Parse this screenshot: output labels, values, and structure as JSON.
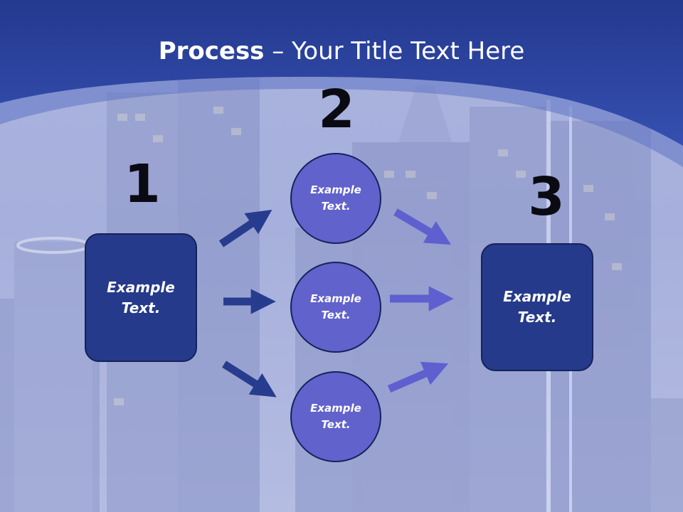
{
  "title": {
    "bold": "Process",
    "rest": " – Your Title Text Here"
  },
  "steps": [
    {
      "number": "1",
      "box_text": [
        "Example",
        "Text."
      ]
    },
    {
      "number": "2",
      "circles": [
        [
          "Example",
          "Text."
        ],
        [
          "Example",
          "Text."
        ],
        [
          "Example",
          "Text."
        ]
      ]
    },
    {
      "number": "3",
      "box_text": [
        "Example",
        "Text."
      ]
    }
  ],
  "colors": {
    "header": "#2a45a4",
    "box": "#253a8a",
    "circle": "#6262cc",
    "arrow_dark": "#273c8e",
    "arrow_light": "#5f5fcf"
  }
}
